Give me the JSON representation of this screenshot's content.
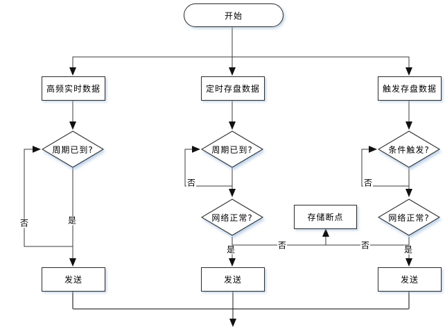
{
  "nodes": {
    "start": {
      "label": "开始",
      "type": "terminator"
    },
    "hf_data": {
      "label": "高频实时数据",
      "type": "process"
    },
    "timed_data": {
      "label": "定时存盘数据",
      "type": "process"
    },
    "trigger_data": {
      "label": "触发存盘数据",
      "type": "process"
    },
    "period_check_left": {
      "label": "周期已到?",
      "type": "decision"
    },
    "period_check_mid": {
      "label": "周期已到?",
      "type": "decision"
    },
    "condition_check": {
      "label": "条件触发?",
      "type": "decision"
    },
    "network_check_mid": {
      "label": "网络正常?",
      "type": "decision"
    },
    "network_check_right": {
      "label": "网络正常?",
      "type": "decision"
    },
    "store_breakpoint": {
      "label": "存储断点",
      "type": "process"
    },
    "send_left": {
      "label": "发送",
      "type": "process"
    },
    "send_mid": {
      "label": "发送",
      "type": "process"
    },
    "send_right": {
      "label": "发送",
      "type": "process"
    }
  },
  "edge_labels": {
    "yes": "是",
    "no": "否"
  },
  "edges": [
    {
      "from": "start",
      "to": "hf_data"
    },
    {
      "from": "start",
      "to": "timed_data"
    },
    {
      "from": "start",
      "to": "trigger_data"
    },
    {
      "from": "hf_data",
      "to": "period_check_left"
    },
    {
      "from": "timed_data",
      "to": "period_check_mid"
    },
    {
      "from": "trigger_data",
      "to": "condition_check"
    },
    {
      "from": "period_check_left",
      "to": "send_left",
      "label": "是"
    },
    {
      "from": "period_check_left",
      "to": "period_check_left",
      "label": "否"
    },
    {
      "from": "period_check_mid",
      "to": "network_check_mid"
    },
    {
      "from": "period_check_mid",
      "to": "period_check_mid",
      "label": "否"
    },
    {
      "from": "condition_check",
      "to": "network_check_right"
    },
    {
      "from": "condition_check",
      "to": "condition_check",
      "label": "否"
    },
    {
      "from": "network_check_mid",
      "to": "send_mid",
      "label": "是"
    },
    {
      "from": "network_check_mid",
      "to": "store_breakpoint",
      "label": "否"
    },
    {
      "from": "network_check_right",
      "to": "send_right",
      "label": "是"
    },
    {
      "from": "network_check_right",
      "to": "store_breakpoint",
      "label": "否"
    },
    {
      "from": "send_left",
      "to": "exit"
    },
    {
      "from": "send_mid",
      "to": "exit"
    },
    {
      "from": "send_right",
      "to": "exit"
    }
  ],
  "colors": {
    "line": "#3a3a3a",
    "collector_line": "#808080",
    "shape_border": "#2b2b2b",
    "shape_fill": "#ffffff",
    "shadow": "#96b9de",
    "text": "#000000"
  }
}
